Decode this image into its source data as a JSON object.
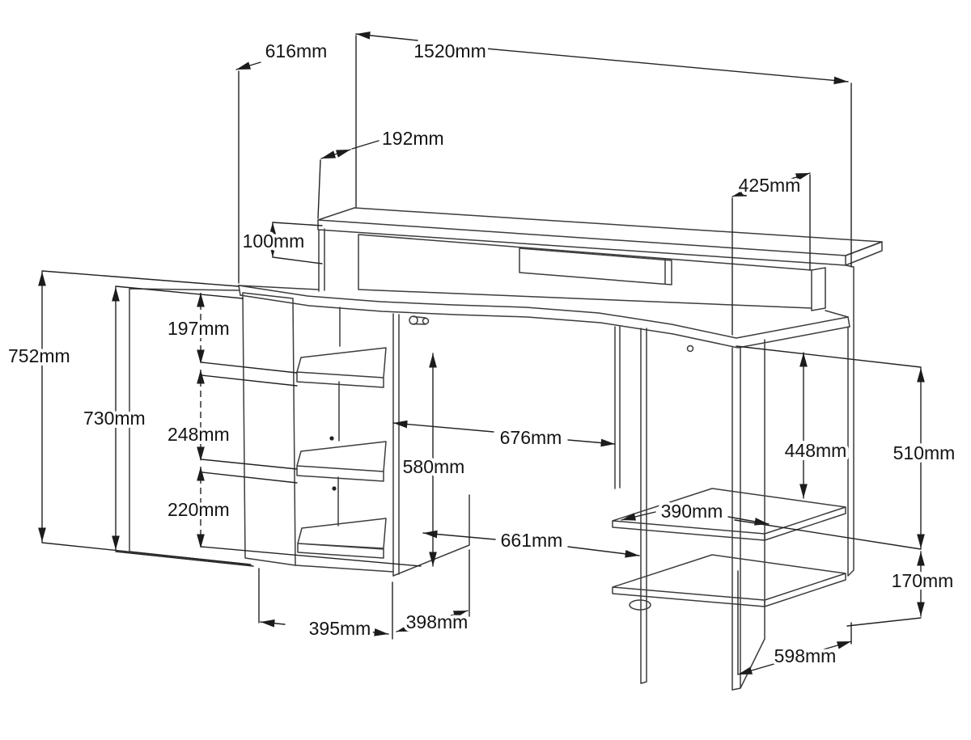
{
  "diagram": {
    "dimensions": {
      "desk_depth": "616mm",
      "desk_width": "1520mm",
      "monitor_shelf_depth": "192mm",
      "monitor_shelf_height": "100mm",
      "right_rear_depth": "425mm",
      "overall_height": "752mm",
      "side_panel_height": "730mm",
      "cabinet_top_gap": "197mm",
      "cabinet_middle_gap": "248mm",
      "cabinet_bottom_gap": "220mm",
      "under_desk_clearance": "580mm",
      "upper_opening_width": "676mm",
      "lower_opening_width": "661mm",
      "side_shelf_depth": "390mm",
      "shelf_clearance": "448mm",
      "right_under_height": "510mm",
      "bottom_shelf_height": "170mm",
      "right_leg_depth": "598mm",
      "cabinet_width": "395mm",
      "cabinet_depth": "398mm"
    }
  }
}
